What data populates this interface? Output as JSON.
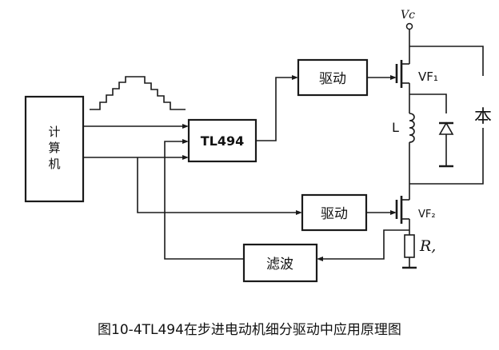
{
  "nodes": {
    "computer": "计\n算\n机",
    "tl494": "TL494",
    "driver_top": "驱动",
    "driver_bottom": "驱动",
    "filter": "滤波",
    "vc": "Vc",
    "vf1": "VF₁",
    "vf2": "VF₂",
    "inductor": "L",
    "motor": "本",
    "resistor": "R,"
  },
  "caption": "图10-4TL494在步进电动机细分驱动中应用原理图"
}
